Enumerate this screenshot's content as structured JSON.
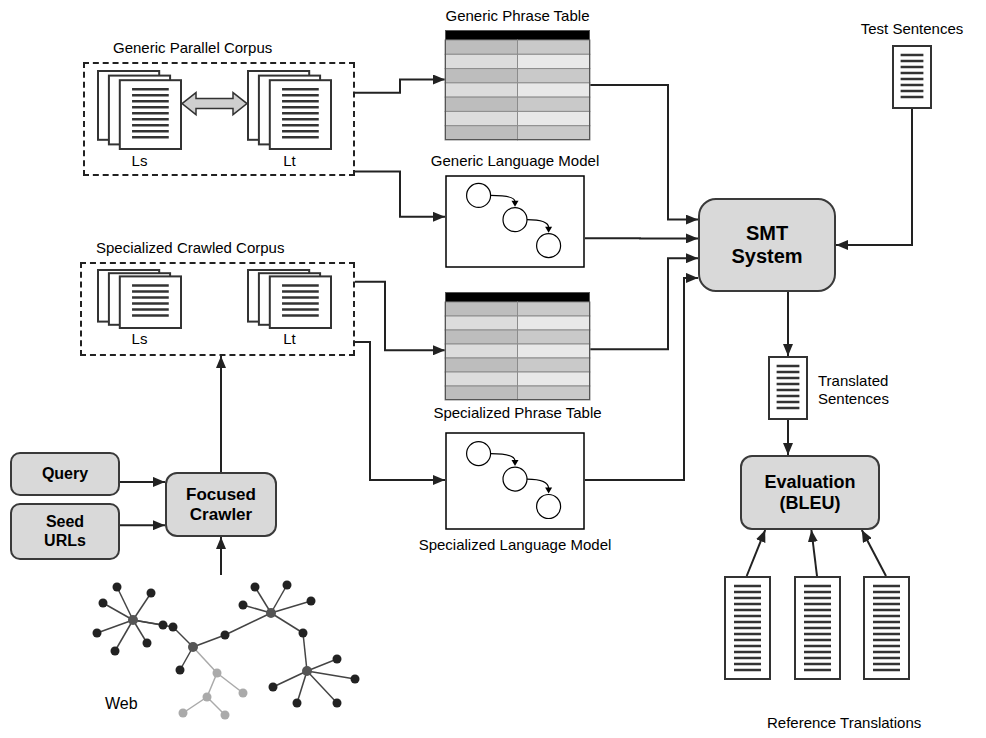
{
  "diagram": {
    "nodes": [
      {
        "text": [
          "Generic Parallel Corpus"
        ]
      },
      {
        "text": [
          "Ls"
        ],
        "in": 0
      },
      {
        "text": [
          "Lt"
        ],
        "in": 0
      },
      {
        "text": [
          "Generic Phrase Table"
        ]
      },
      {
        "text": [
          "Generic Language Model"
        ]
      },
      {
        "text": [
          "Test Sentences"
        ]
      },
      {
        "text": [
          "SMT System"
        ]
      },
      {
        "text": [
          "Specialized Crawled Corpus"
        ]
      },
      {
        "text": [
          "Ls"
        ],
        "in": 7
      },
      {
        "text": [
          "Lt"
        ],
        "in": 7
      },
      {
        "text": [
          "Specialized Phrase Table"
        ]
      },
      {
        "text": [
          "Specialized Language Model"
        ]
      },
      {
        "text": [
          "Translated Sentences"
        ]
      },
      {
        "text": [
          "Query"
        ]
      },
      {
        "text": [
          "Seed URLs"
        ]
      },
      {
        "text": [
          "Focused Crawler"
        ]
      },
      {
        "text": [
          "Web"
        ]
      },
      {
        "text": [
          "Evaluation (BLEU)"
        ]
      },
      {
        "text": [
          "Reference Translations"
        ]
      }
    ],
    "edges": [
      {
        "from": 1,
        "to": 2,
        "arrow": "both"
      },
      {
        "from": 0,
        "to": 3,
        "arrow": "to"
      },
      {
        "from": 0,
        "to": 4,
        "arrow": "to"
      },
      {
        "from": 3,
        "to": 6,
        "arrow": "to"
      },
      {
        "from": 4,
        "to": 6,
        "arrow": "to"
      },
      {
        "from": 10,
        "to": 6,
        "arrow": "to"
      },
      {
        "from": 11,
        "to": 6,
        "arrow": "to"
      },
      {
        "from": 5,
        "to": 6,
        "arrow": "to"
      },
      {
        "from": 7,
        "to": 10,
        "arrow": "to"
      },
      {
        "from": 7,
        "to": 11,
        "arrow": "to"
      },
      {
        "from": 13,
        "to": 15,
        "arrow": "to"
      },
      {
        "from": 14,
        "to": 15,
        "arrow": "to"
      },
      {
        "from": 16,
        "to": 15,
        "arrow": "to"
      },
      {
        "from": 15,
        "to": 7,
        "arrow": "to"
      },
      {
        "from": 6,
        "to": 12,
        "arrow": "to"
      },
      {
        "from": 12,
        "to": 17,
        "arrow": "to"
      },
      {
        "from": 18,
        "to": 17,
        "arrow": "to"
      },
      {
        "from": 18,
        "to": 17,
        "arrow": "to"
      },
      {
        "from": 18,
        "to": 17,
        "arrow": "to"
      }
    ]
  }
}
